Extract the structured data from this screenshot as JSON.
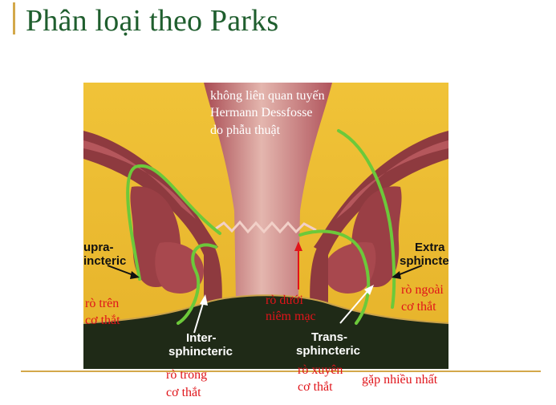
{
  "slide": {
    "title": "Phân loại theo Parks"
  },
  "figure": {
    "note": [
      "không liên quan tuyến",
      "Hermann Dessfosse",
      "do phẫu thuật"
    ],
    "labels": {
      "supra": [
        "upra-",
        "incteric"
      ],
      "extra": [
        "Extra",
        "sphincte"
      ],
      "inter": [
        "Inter-",
        "sphincteric"
      ],
      "trans": [
        "Trans-",
        "sphincteric"
      ]
    }
  },
  "annotations": {
    "tren": [
      "rò trên",
      "cơ thắt"
    ],
    "duoi": [
      "rò dưới",
      "niêm mạc"
    ],
    "ngoai": [
      "rò ngoài",
      "cơ thắt"
    ],
    "trong": [
      "rò trong",
      "cơ thắt"
    ],
    "xuyen": [
      "rò xuyên",
      "cơ thắt"
    ],
    "frequent": "gặp nhiều nhất"
  },
  "colors": {
    "title": "#1f5e2e",
    "accent": "#d3a84a",
    "annotation": "#e0141a",
    "fistula": "#6cc93a"
  }
}
